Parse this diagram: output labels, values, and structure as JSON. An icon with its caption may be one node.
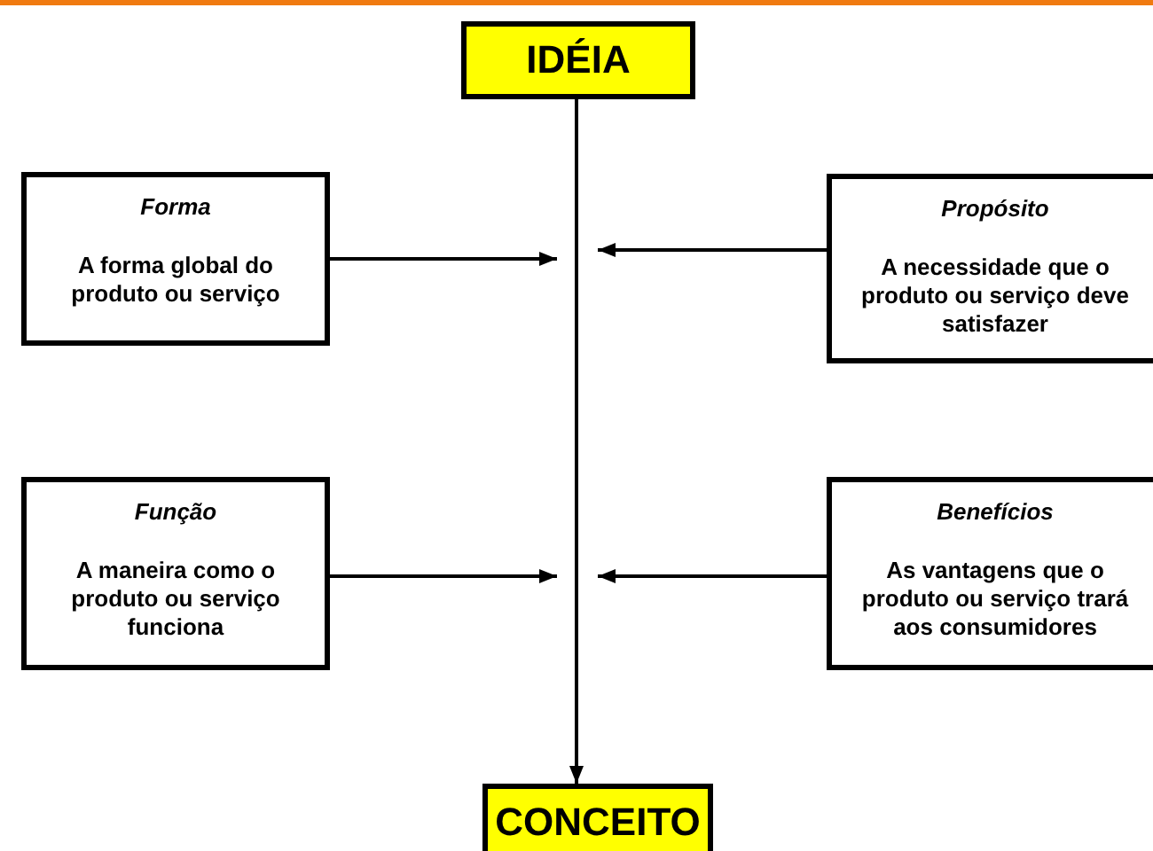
{
  "diagram": {
    "nodes": [
      {
        "text": [
          "IDÉIA"
        ]
      },
      {
        "text": [
          "Forma",
          "A forma global do produto ou serviço"
        ]
      },
      {
        "text": [
          "Propósito",
          "A necessidade que o produto ou serviço deve satisfazer"
        ]
      },
      {
        "text": [
          "Função",
          "A maneira como o produto ou serviço funciona"
        ]
      },
      {
        "text": [
          "Benefícios",
          "As vantagens que o produto ou serviço trará aos consumidores"
        ]
      },
      {
        "text": [
          "CONCEITO"
        ]
      }
    ],
    "edges": [
      {
        "from": 0,
        "to": 5,
        "arrow": "to"
      },
      {
        "from": 1,
        "to": null,
        "arrow": "to"
      },
      {
        "from": 2,
        "to": null,
        "arrow": "to"
      },
      {
        "from": 3,
        "to": null,
        "arrow": "to"
      },
      {
        "from": 4,
        "to": null,
        "arrow": "to"
      }
    ]
  }
}
